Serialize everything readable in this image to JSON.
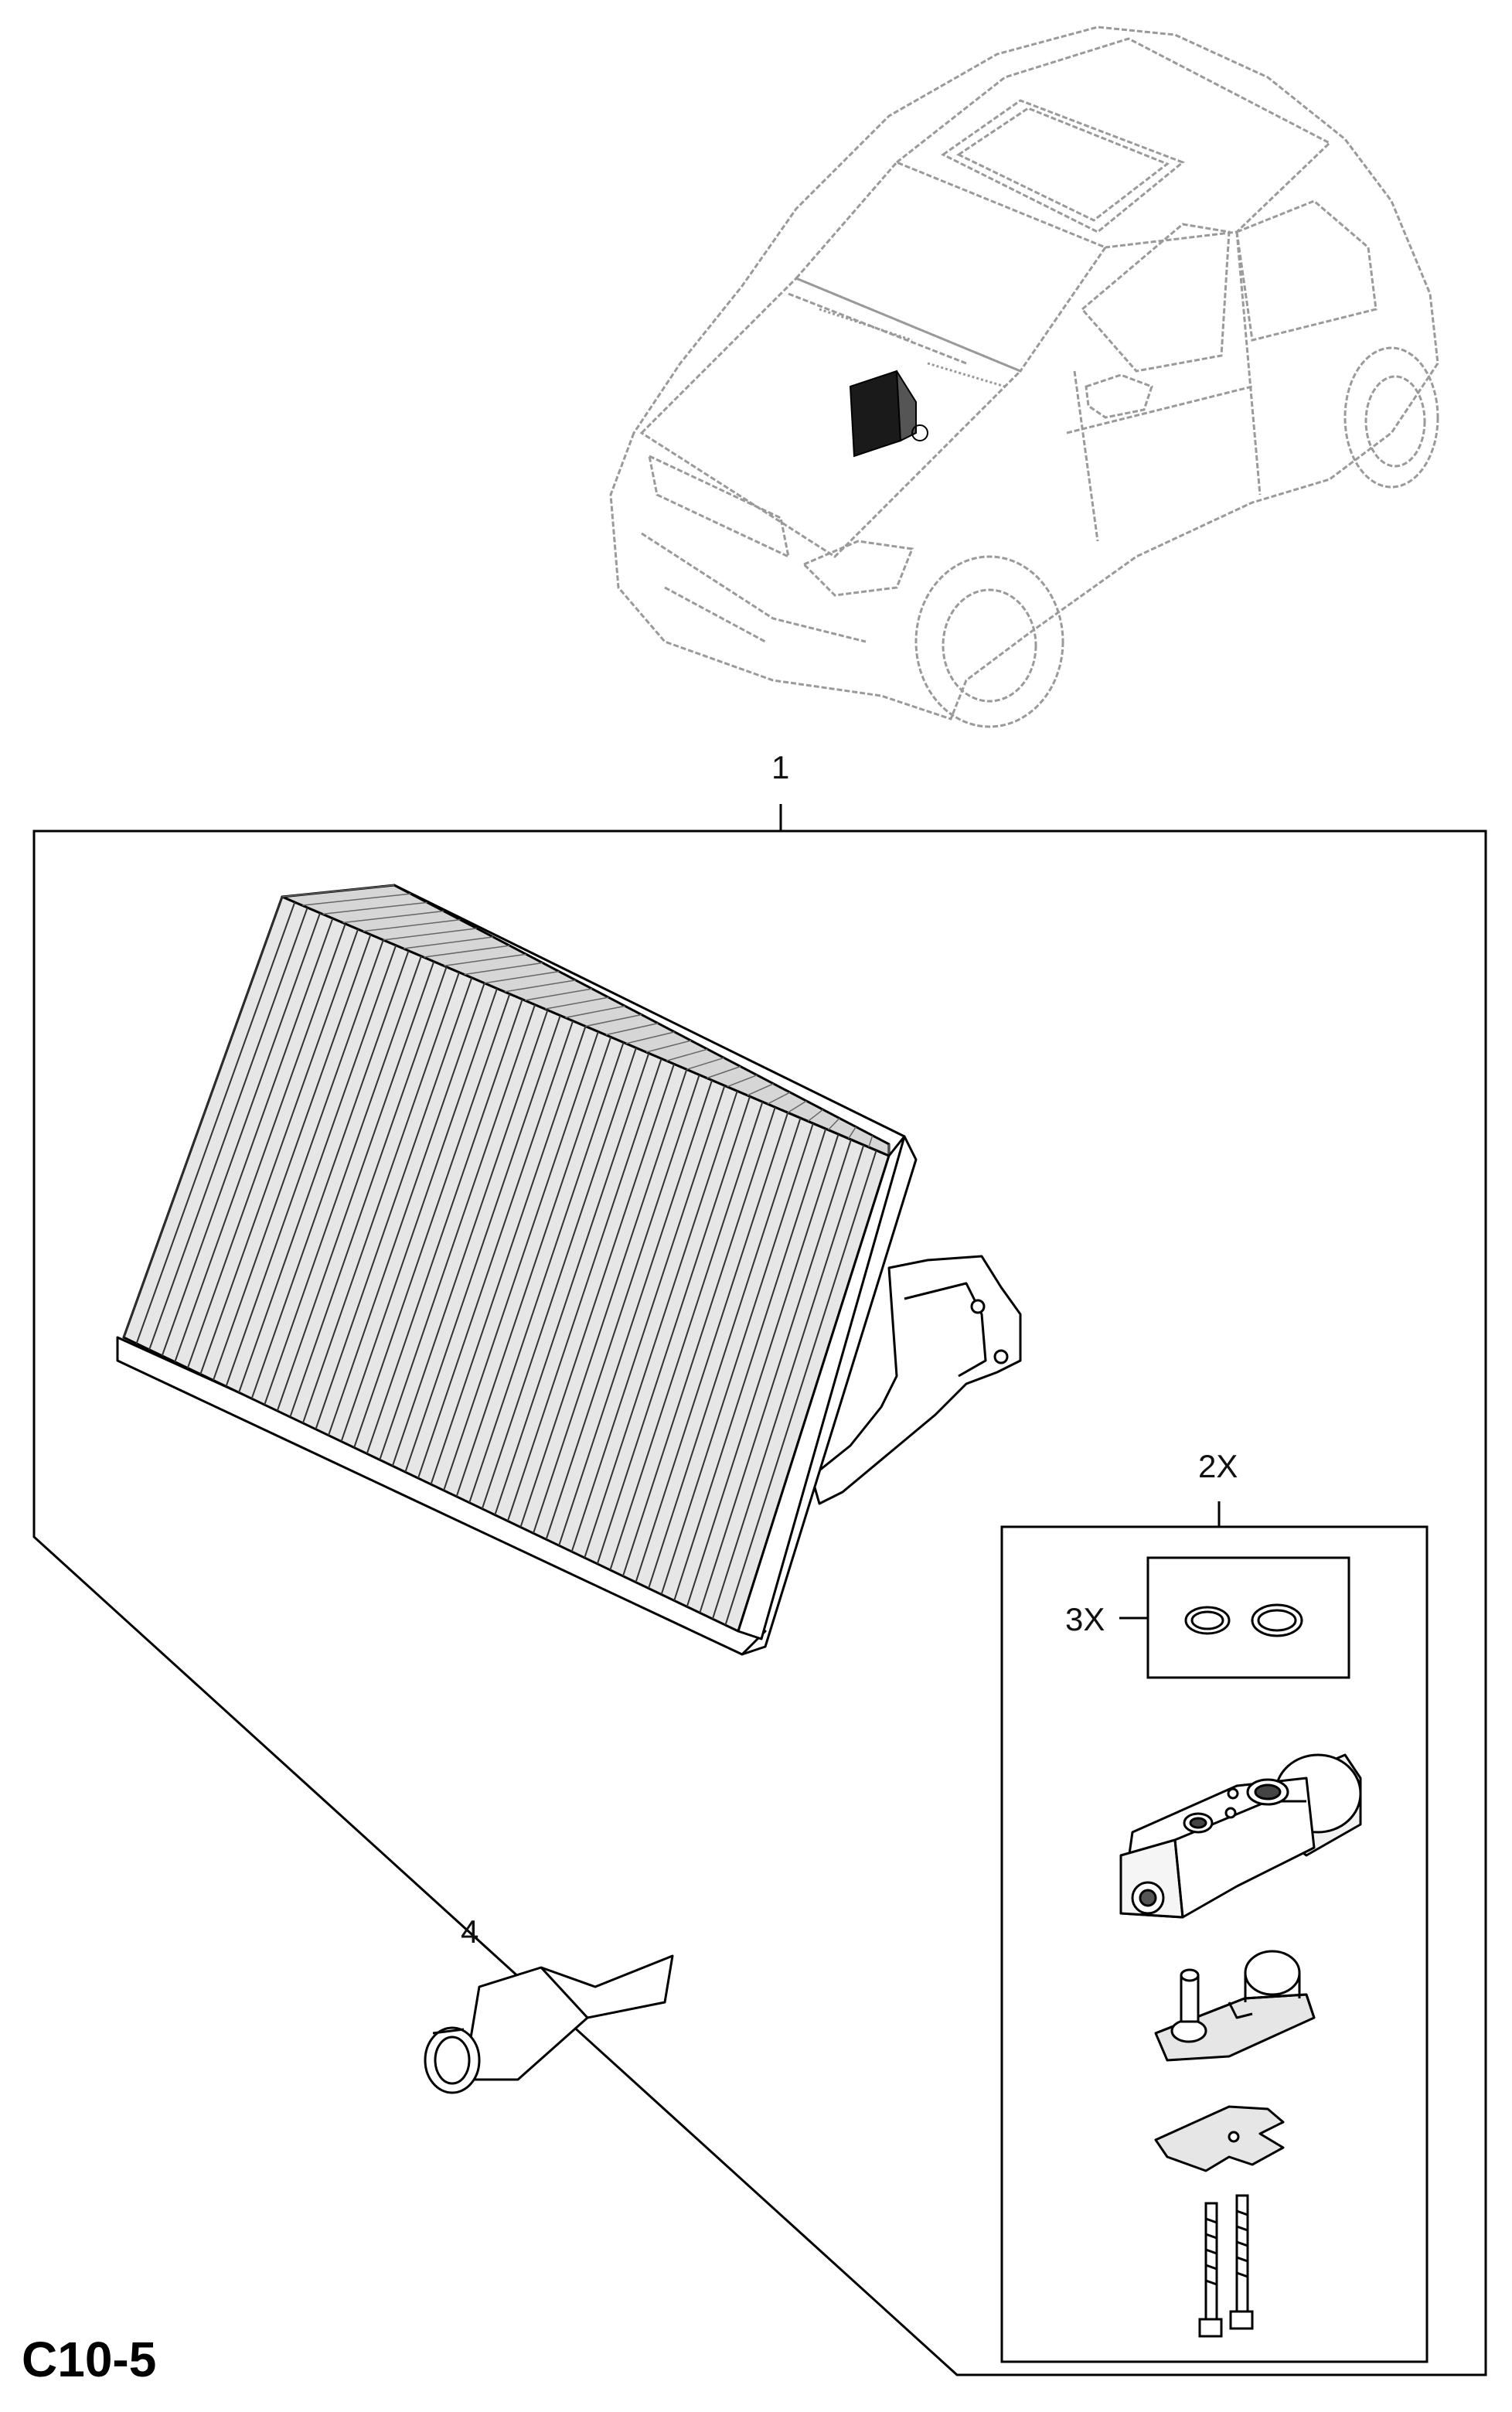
{
  "diagram": {
    "page_code": "C10-5",
    "callouts": {
      "item_1": "1",
      "item_2": "2X",
      "item_3": "3X",
      "item_4": "4"
    },
    "colors": {
      "line": "#000000",
      "car_outline": "#9a9a9a",
      "highlight": "#222222",
      "background": "#ffffff"
    }
  }
}
